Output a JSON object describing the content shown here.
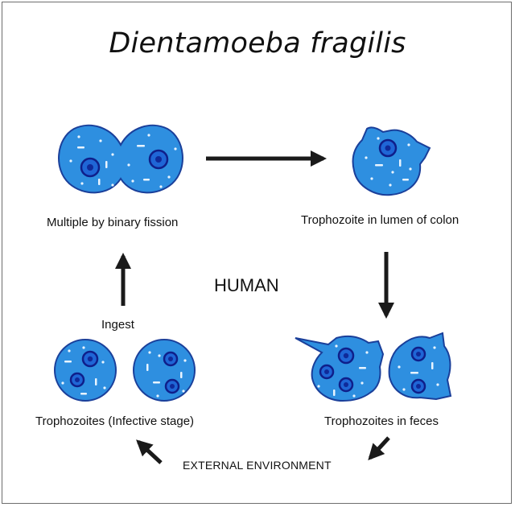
{
  "diagram": {
    "title": "Dientamoeba fragilis",
    "center_label": "HUMAN",
    "stages": [
      {
        "id": "fission",
        "label": "Multiple by binary fission"
      },
      {
        "id": "lumen",
        "label": "Trophozoite in lumen of colon"
      },
      {
        "id": "feces",
        "label": "Trophozoites in feces"
      },
      {
        "id": "infective",
        "label": "Trophozoites (Infective stage)"
      }
    ],
    "transitions": {
      "ingest": "Ingest",
      "environment": "EXTERNAL ENVIRONMENT"
    },
    "colors": {
      "cell_fill": "#2e8fe0",
      "cell_outline": "#1a3f9a",
      "nucleus_ring": "#0f1f8a",
      "nucleus_core": "#2a50c8",
      "arrow": "#1a1a1a"
    }
  }
}
